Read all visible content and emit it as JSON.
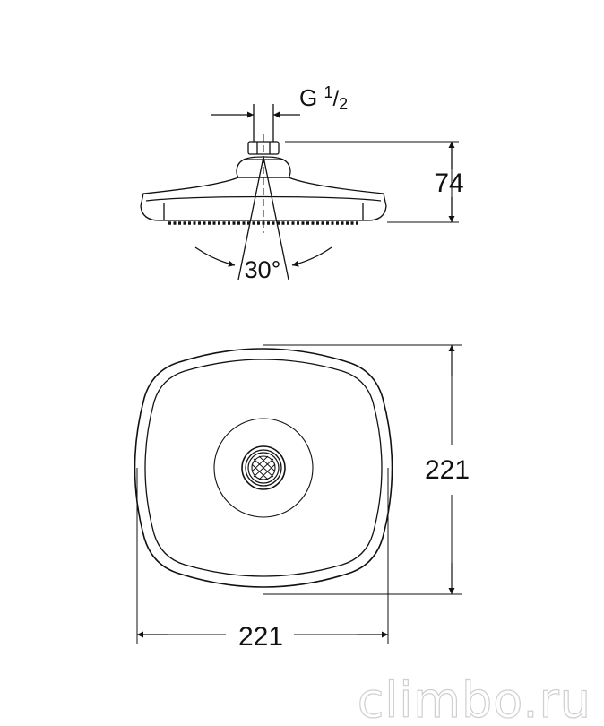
{
  "thread": {
    "prefix": "G ",
    "num": "1",
    "slash": "/",
    "den": "2"
  },
  "dimensions": {
    "height": "74",
    "angle": "30°",
    "plan_height": "221",
    "plan_width": "221"
  },
  "watermark": "climbo.ru",
  "colors": {
    "line": "#111111",
    "watermark_outline": "#cfcfcf"
  }
}
